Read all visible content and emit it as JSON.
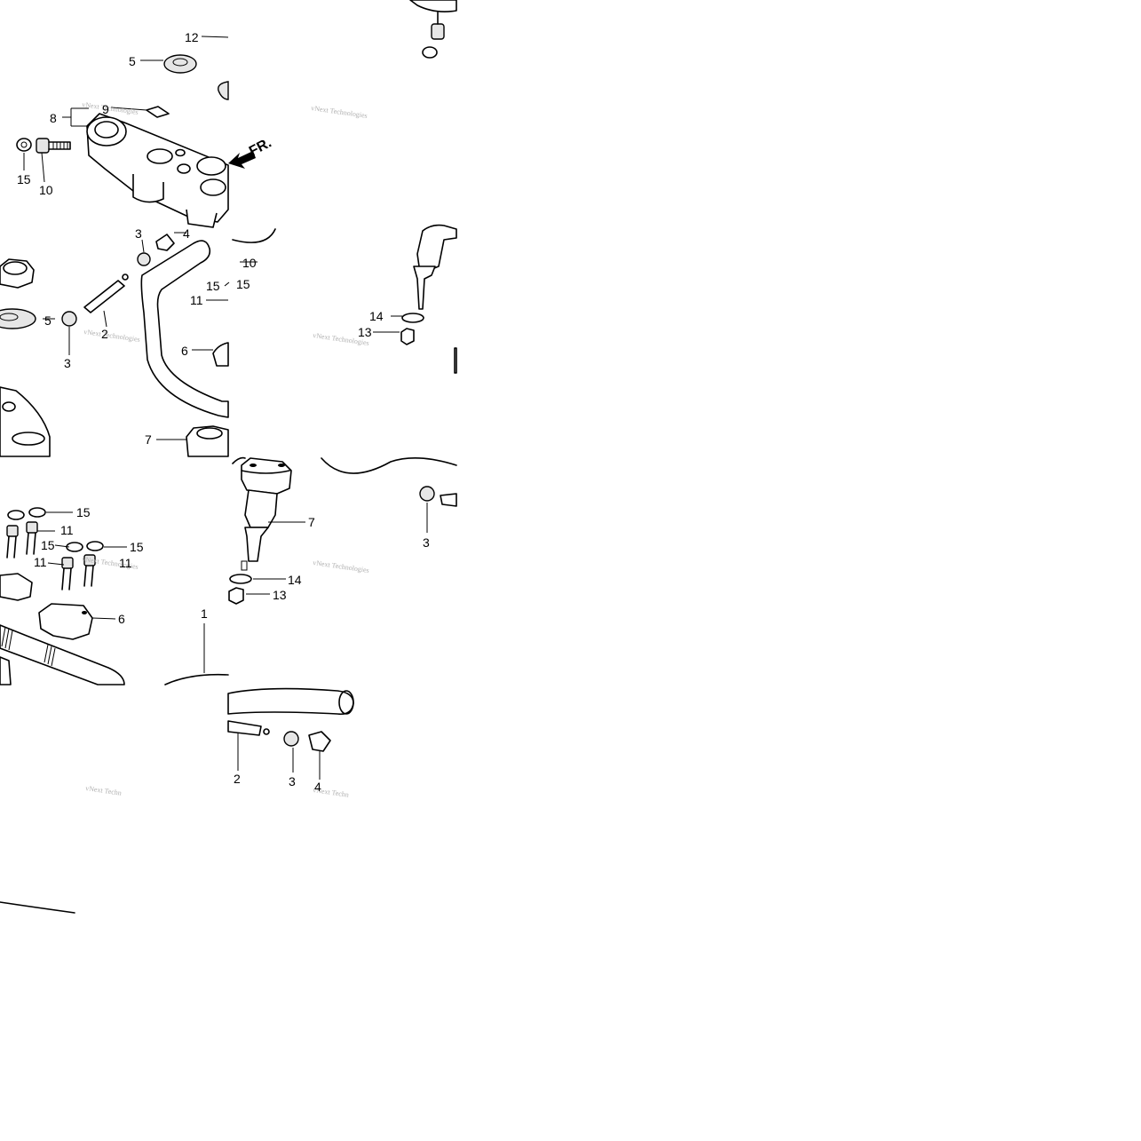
{
  "diagram": {
    "watermark_text": "vNext Technologies",
    "watermark_text_cut_a": "vNext Techn",
    "watermark_text_cut_b": "vNext Techn",
    "watermark_text_cut_c": "vNext Technologies",
    "front_arrow_label": "FR.",
    "callouts": {
      "c1": "12",
      "c2": "5",
      "c3": "8",
      "c4": "9",
      "c5": "15",
      "c6": "10",
      "c7": "3",
      "c8": "4",
      "c9": "10",
      "c10": "15",
      "c11": "15",
      "c12": "11",
      "c13": "5",
      "c14": "2",
      "c15": "3",
      "c16": "6",
      "c17": "7",
      "c18": "14",
      "c19": "13",
      "c20": "15",
      "c21": "11",
      "c22": "15",
      "c23": "15",
      "c24": "11",
      "c25": "11",
      "c26": "6",
      "c27": "1",
      "c28": "7",
      "c29": "14",
      "c30": "13",
      "c31": "3",
      "c32": "2",
      "c33": "3",
      "c34": "4"
    }
  }
}
